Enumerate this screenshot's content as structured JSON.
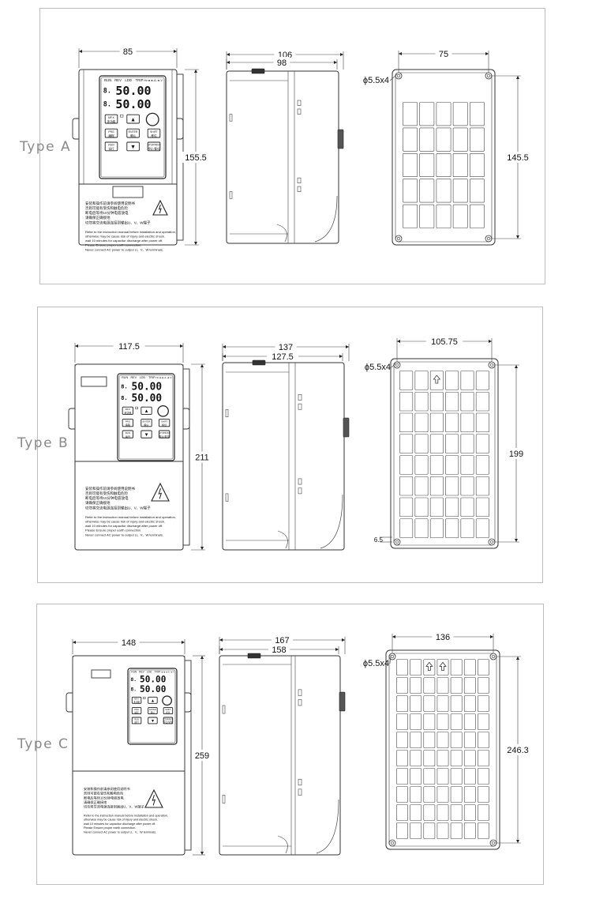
{
  "panels": [
    {
      "label": "Type A",
      "front": {
        "width": "85",
        "height": "155.5"
      },
      "side": {
        "depth_total": "106",
        "depth_body": "98"
      },
      "back": {
        "width": "75",
        "height": "145.5",
        "hole": "ϕ5.5x4"
      }
    },
    {
      "label": "Type B",
      "front": {
        "width": "117.5",
        "height": "211"
      },
      "side": {
        "depth_total": "137",
        "depth_body": "127.5"
      },
      "back": {
        "width": "105.75",
        "height": "199",
        "hole": "ϕ5.5x4",
        "offset": "6.5"
      }
    },
    {
      "label": "Type C",
      "front": {
        "width": "148",
        "height": "259"
      },
      "side": {
        "depth_total": "167",
        "depth_body": "158"
      },
      "back": {
        "width": "136",
        "height": "246.3",
        "hole": "ϕ5.5x4"
      }
    }
  ],
  "keypad": {
    "display": "50.00",
    "status": [
      "RUN",
      "REV",
      "LDD",
      "TRIP"
    ],
    "status_extra": "Hz◄◄-A-◄-V",
    "keys": [
      "多功能",
      "▲",
      "编程",
      "确认",
      "移位",
      "运行",
      "▼",
      "停止/复位"
    ],
    "keys_en": [
      "MF.K",
      "PRG",
      "ENTER",
      "SHIFT",
      "RUN",
      "STOP/RST"
    ]
  },
  "warning": {
    "cn": [
      "安装和操作前请参阅使用说明书",
      "否则可能有受伤和触电危险",
      "断电后等待10分钟电容放电",
      "请确保正确接地",
      "切勿将交流电源连接到输出U、V、W端子"
    ],
    "en": [
      "Refer to the instruction manual before installation and operation,",
      "otherwise may be cause risk of injury and electric shock.",
      "wait 10 minutes for capacitor discharge after power off.",
      "Please Ensure proper earth connection.",
      "Never connect AC power to output U、V、W terminals."
    ]
  }
}
